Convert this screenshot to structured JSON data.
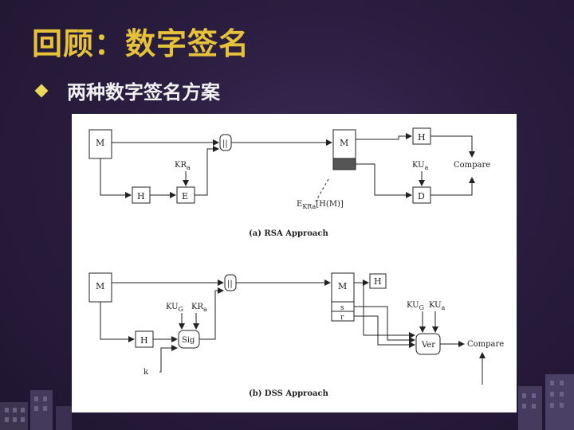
{
  "slide": {
    "title": "回顾：数字签名",
    "bullet": "两种数字签名方案"
  },
  "diagram": {
    "rsa": {
      "caption": "(a) RSA Approach",
      "msg": "M",
      "hash1": "H",
      "enc": "E",
      "kr": "KR",
      "kr_sub": "a",
      "concat": "||",
      "recv_msg": "M",
      "hash2": "H",
      "ku": "KU",
      "ku_sub": "a",
      "dec": "D",
      "compare": "Compare",
      "sig_e": "E",
      "sig_sub": "KRa",
      "sig_hm": "[H(M)]"
    },
    "dss": {
      "caption": "(b) DSS Approach",
      "msg": "M",
      "hash1": "H",
      "sig": "Sig",
      "kug": "KU",
      "kug_sub": "G",
      "kr": "KR",
      "kr_sub": "a",
      "k": "k",
      "concat": "||",
      "recv_msg": "M",
      "hash2": "H",
      "s": "s",
      "r": "r",
      "kug2": "KU",
      "kug2_sub": "G",
      "ku": "KU",
      "ku_sub": "a",
      "ver": "Ver",
      "compare": "Compare"
    }
  },
  "colors": {
    "title": "#e6c23a",
    "bullet": "#e9d85b",
    "text": "#f1f1f1"
  }
}
